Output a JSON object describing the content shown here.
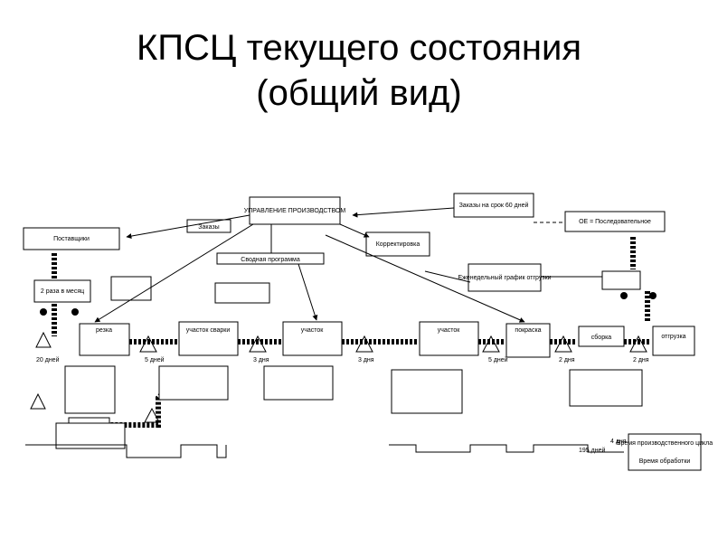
{
  "title": {
    "line1": "КПСЦ текущего состояния",
    "line2": "(общий вид)"
  },
  "diagram": {
    "control": "УПРАВЛЕНИЕ ПРОИЗВОДСТВОМ",
    "customer_orders": "Заказы на срок 60 дней",
    "shipment_note": "ОЕ = Последовательное",
    "supplier": "Поставщики",
    "orders_label": "Заказы",
    "correction": "Корректировка",
    "weekly_schedule": "Еженедельный график отгрузки",
    "daily_schedule": "Сводная программа",
    "shipping_freq": "2 раза в месяц",
    "process_left": "резка",
    "process_2": "участок сварки",
    "process_3": "участок",
    "process_4": "участок",
    "process_5": "покраска",
    "process_6": "сборка",
    "process_7": "отгрузка",
    "days_1": "20 дней",
    "days_2": "5 дней",
    "days_3": "3 дня",
    "days_4": "3 дня",
    "days_5": "5 дней",
    "days_6": "2 дня",
    "days_7": "2 дня",
    "days_8": "195 дней",
    "days_9": "4 дня",
    "lead_time": "Время производственного цикла",
    "process_time": "Время обработки"
  }
}
